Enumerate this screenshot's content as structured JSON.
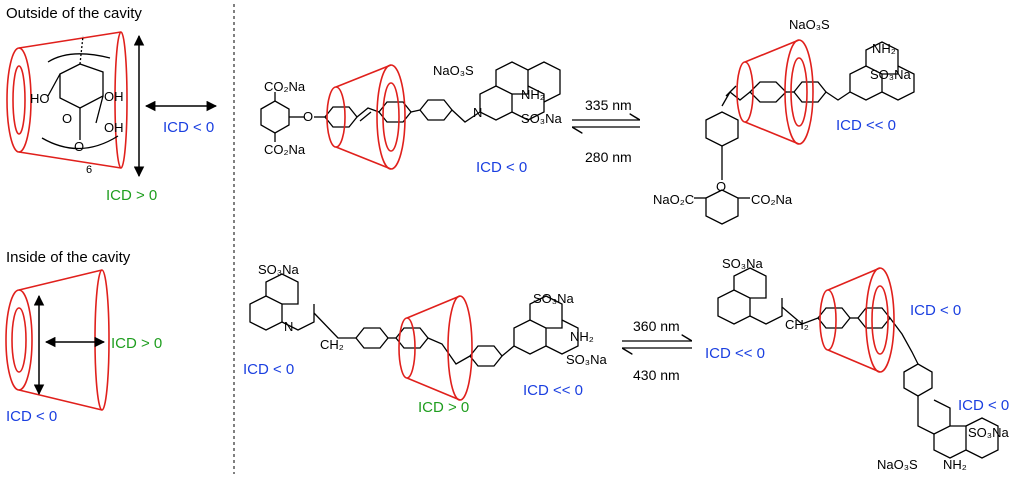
{
  "headings": {
    "outside": "Outside of the cavity",
    "inside": "Inside of the cavity"
  },
  "icd": {
    "lt": "ICD < 0",
    "gt": "ICD > 0",
    "llt": "ICD << 0"
  },
  "wavelengths": {
    "top_forward": "335 nm",
    "top_back": "280 nm",
    "bottom_forward": "360 nm",
    "bottom_back": "430 nm"
  },
  "groups": {
    "co2na": "CO₂Na",
    "nao2c": "NaO₂C",
    "nao3s": "NaO₃S",
    "so3na": "SO₃Na",
    "nh2": "NH₂",
    "ch2": "CH₂",
    "n": "N",
    "o": "O",
    "ho": "HO",
    "oh": "OH",
    "ring_index": "6"
  },
  "colors": {
    "cyclodextrin": "#e0201c",
    "icd_negative": "#1a3fe0",
    "icd_positive": "#1f9e1f"
  }
}
